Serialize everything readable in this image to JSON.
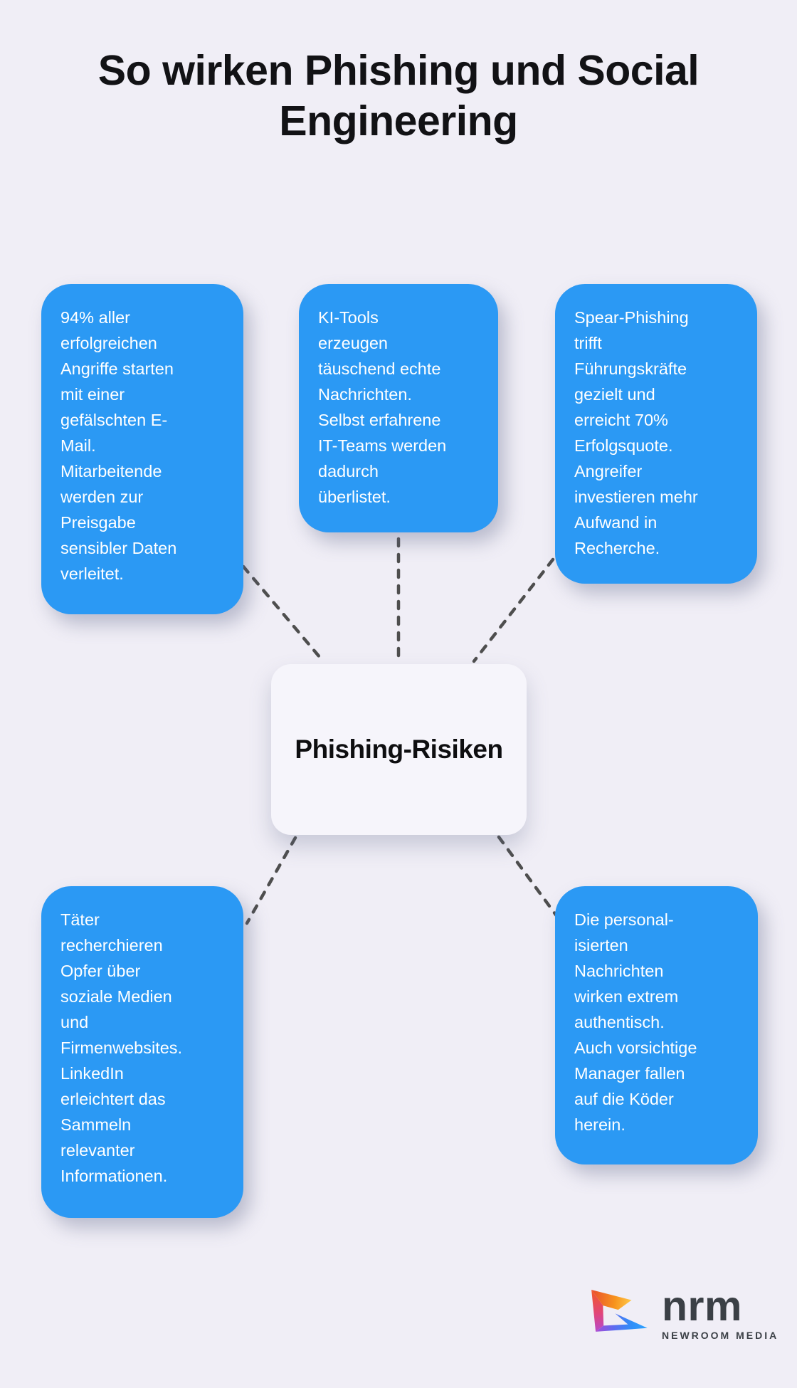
{
  "colors": {
    "page_bg": "#F0EEF6",
    "card_blue": "#2B99F4",
    "card_text": "#FFFFFF",
    "line_gray": "#4E4E4E",
    "title_black": "#121215",
    "node_bg": "#F6F5FB",
    "logo_text": "#3B4046"
  },
  "title": {
    "text": "So wirken Phishing und Social\nEngineering"
  },
  "center": {
    "label": "Phishing-Risiken"
  },
  "cards": [
    {
      "position": "top-left",
      "text": "94% aller\nerfolgreichen\nAngriffe starten\nmit einer\ngefälschten E-\nMail.\nMitarbeitende\nwerden zur\nPreisgabe\nsensibler Daten\nverleitet."
    },
    {
      "position": "top-center",
      "text": "KI-Tools\nerzeugen\ntäuschend echte\nNachrichten.\nSelbst erfahrene\nIT-Teams werden\ndadurch\nüberlistet."
    },
    {
      "position": "top-right",
      "text": "Spear-Phishing\ntrifft\nFührungskräfte\ngezielt und\nerreicht 70%\nErfolgsquote.\nAngreifer\ninvestieren mehr\nAufwand in\nRecherche."
    },
    {
      "position": "bottom-left",
      "text": "Täter\nrecherchieren\nOpfer über\nsoziale Medien\nund\nFirmenwebsites.\nLinkedIn\nerleichtert das\nSammeln\nrelevanter\nInformationen."
    },
    {
      "position": "bottom-right",
      "text": "Die personal-\nisierten\nNachrichten\nwirken extrem\nauthentisch.\nAuch vorsichtige\nManager fallen\nauf die Köder\nherein."
    }
  ],
  "logo": {
    "mark_icon": "nrm-logo-mark",
    "name": "nrm",
    "subtitle": "NEWROOM MEDIA"
  }
}
